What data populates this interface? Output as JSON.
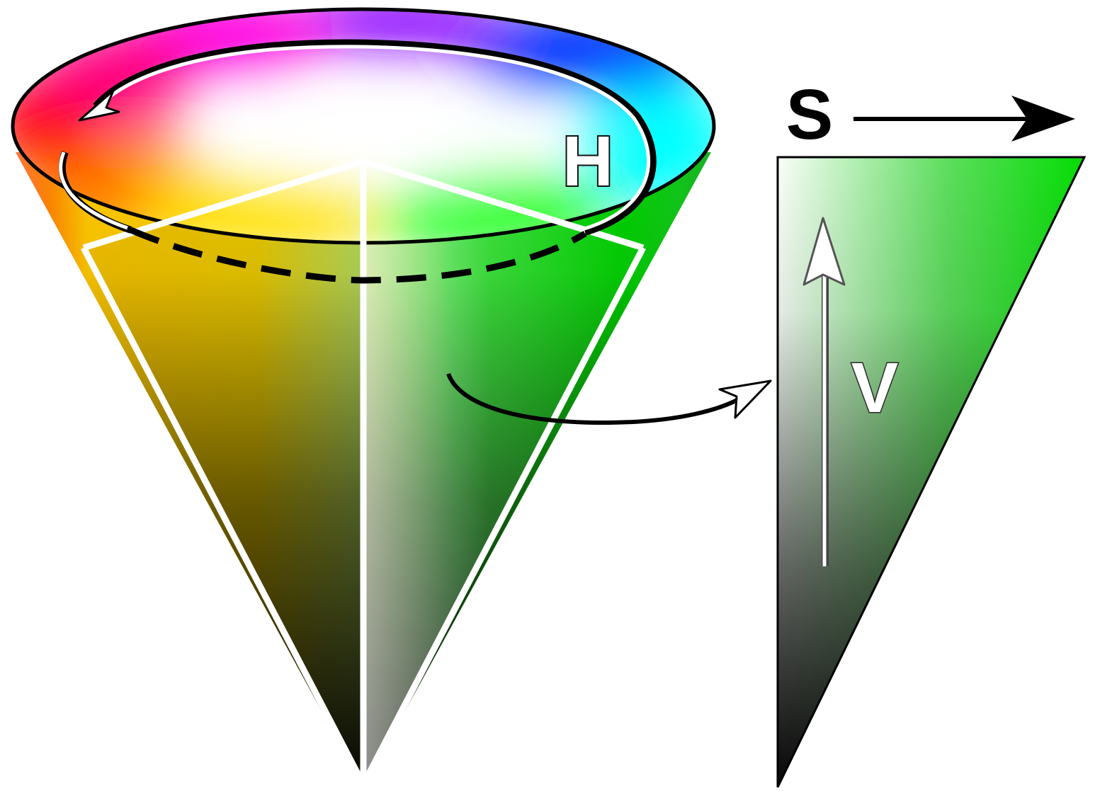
{
  "labels": {
    "hue": "H",
    "saturation": "S",
    "value": "V"
  },
  "colors": {
    "red": "#ff0000",
    "yellow": "#ffff00",
    "green": "#00ff00",
    "cyan": "#00ffff",
    "blue": "#0000ff",
    "magenta": "#ff00ff",
    "white": "#ffffff",
    "black": "#000000",
    "slice_hue": "#00e000",
    "outline": "#000000",
    "guide_lines": "#ffffff"
  },
  "icons": {
    "hue_arrow": "circular-arrow-icon",
    "saturation_arrow": "right-arrow-icon",
    "value_arrow": "up-arrow-icon",
    "slice_arrow": "curved-arrow-icon"
  }
}
